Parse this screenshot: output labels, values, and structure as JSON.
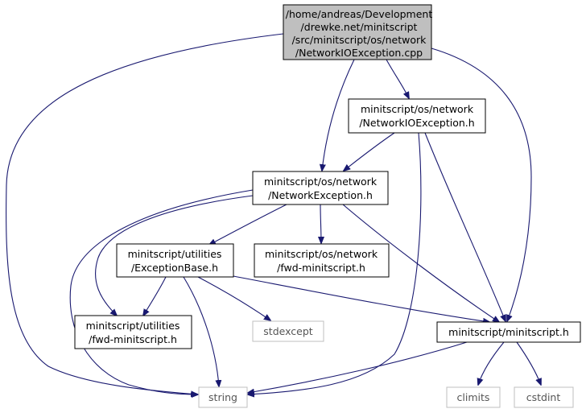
{
  "diagram": {
    "nodes": {
      "root": {
        "lines": [
          "/home/andreas/Development",
          "/drewke.net/minitscript",
          "/src/minitscript/os/network",
          "/NetworkIOException.cpp"
        ]
      },
      "netio_h": {
        "lines": [
          "minitscript/os/network",
          "/NetworkIOException.h"
        ]
      },
      "netexc_h": {
        "lines": [
          "minitscript/os/network",
          "/NetworkException.h"
        ]
      },
      "excbase_h": {
        "lines": [
          "minitscript/utilities",
          "/ExceptionBase.h"
        ]
      },
      "os_fwd_h": {
        "lines": [
          "minitscript/os/network",
          "/fwd-minitscript.h"
        ]
      },
      "util_fwd_h": {
        "lines": [
          "minitscript/utilities",
          "/fwd-minitscript.h"
        ]
      },
      "stdexcept": {
        "lines": [
          "stdexcept"
        ]
      },
      "minitscript_h": {
        "lines": [
          "minitscript/minitscript.h"
        ]
      },
      "string": {
        "lines": [
          "string"
        ]
      },
      "climits": {
        "lines": [
          "climits"
        ]
      },
      "cstdint": {
        "lines": [
          "cstdint"
        ]
      }
    },
    "colors": {
      "edge": "#191970",
      "node_border": "#000000",
      "external_border": "#bfbfbf",
      "root_fill": "#bfbfbf",
      "node_fill": "#ffffff"
    }
  }
}
